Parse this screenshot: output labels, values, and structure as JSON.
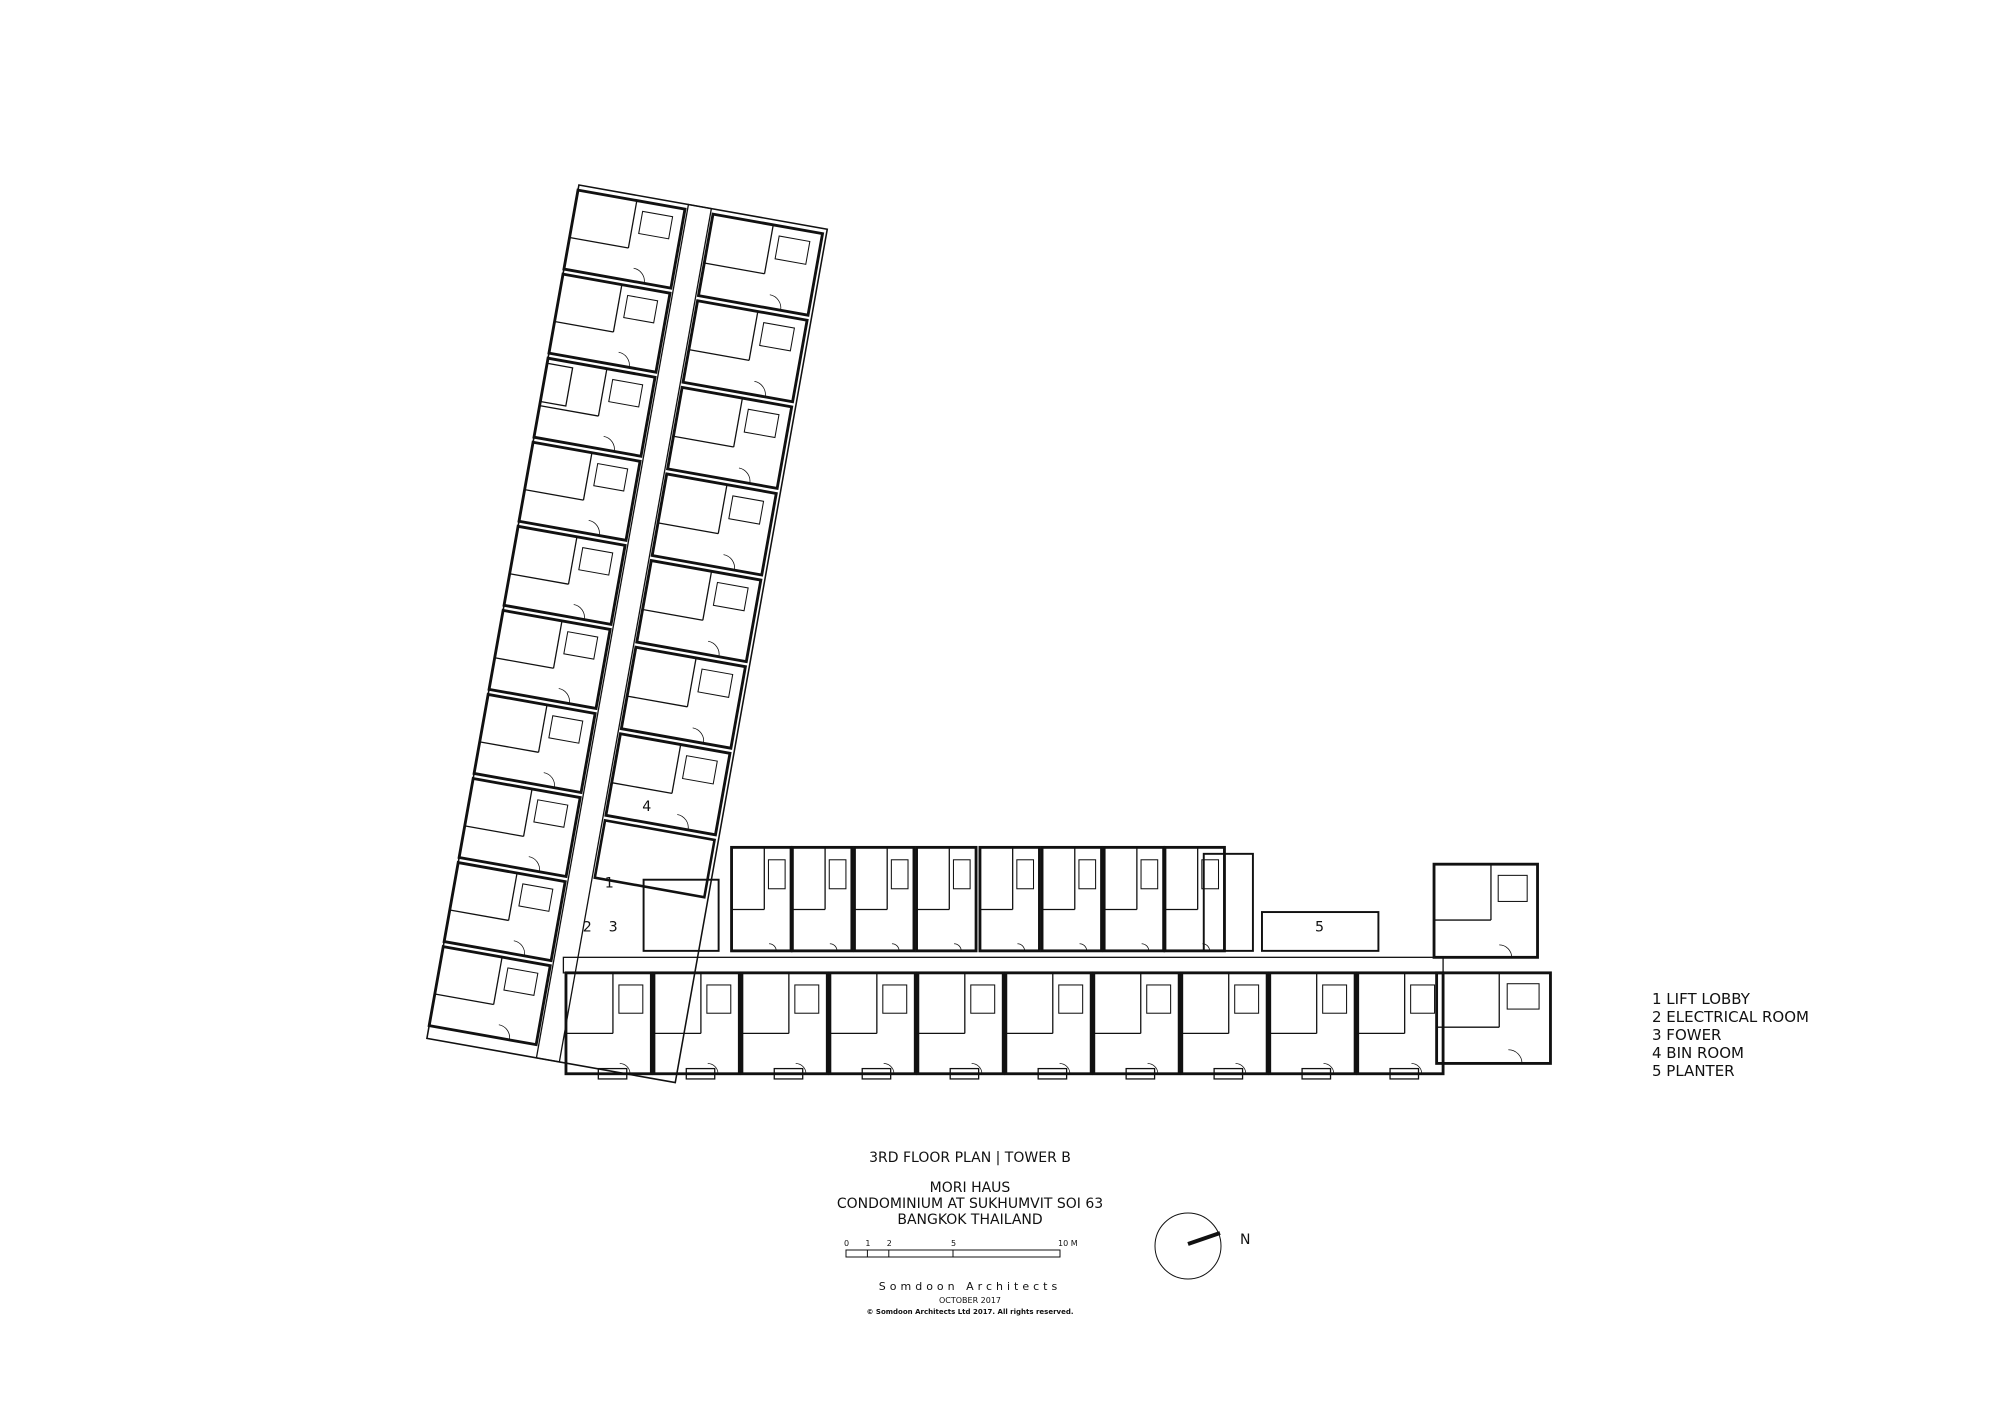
{
  "plan": {
    "room_labels": [
      "1",
      "2",
      "3",
      "4",
      "5"
    ]
  },
  "legend": [
    "1  LIFT LOBBY",
    "2  ELECTRICAL ROOM",
    "3  FOWER",
    "4  BIN ROOM",
    "5  PLANTER"
  ],
  "title_block": {
    "plan_title": "3RD FLOOR PLAN  |  TOWER B",
    "project_name": "MORI HAUS",
    "project_desc": "CONDOMINIUM  AT SUKHUMVIT  SOI  63",
    "location": "BANGKOK  THAILAND",
    "scale_ticks": [
      "0",
      "1",
      "2",
      "5",
      "10 M"
    ],
    "scale_values": [
      0,
      1,
      2,
      5,
      10
    ],
    "firm": "Somdoon Architects",
    "date": "OCTOBER 2017",
    "copyright": "© Somdoon Architects Ltd 2017.  All rights reserved."
  },
  "north_arrow": {
    "label": "N"
  }
}
